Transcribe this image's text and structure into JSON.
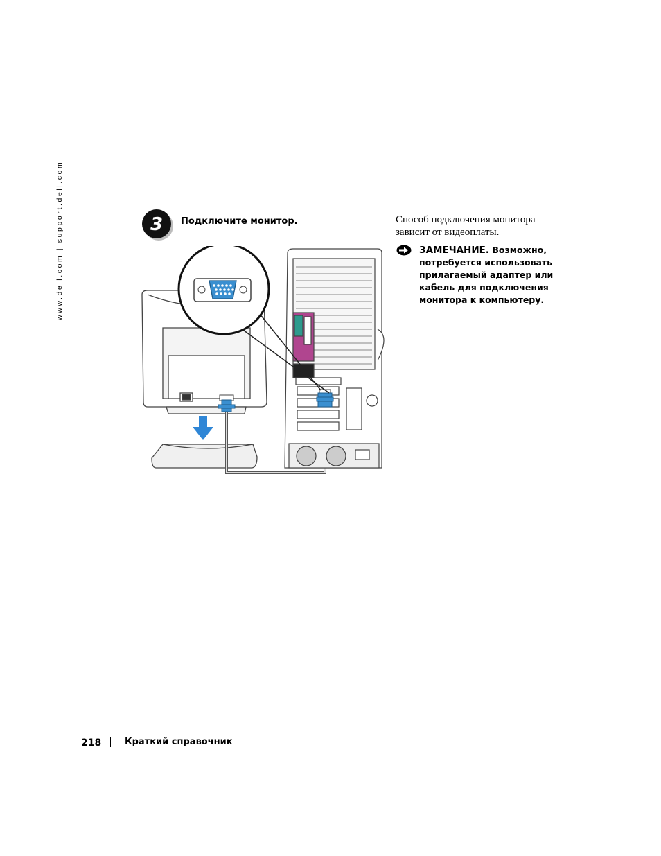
{
  "sidebar": {
    "url": "www.dell.com | support.dell.com"
  },
  "step": {
    "number": "3",
    "title": "Подключите монитор."
  },
  "description": "Способ подключения монитора зависит от видеоплаты.",
  "notice": {
    "label": "ЗАМЕЧАНИЕ.",
    "text": " Возможно, потребуется использовать прилагаемый адаптер или кабель для подключения монитора к компьютеру."
  },
  "footer": {
    "page_number": "218",
    "title": "Краткий справочник"
  },
  "colors": {
    "connector_blue": "#3a8fd0",
    "parallel_port_magenta": "#b0458f",
    "serial_port_teal": "#2e9a8e",
    "arrow_blue": "#2f86d6",
    "line_gray": "#444444"
  }
}
